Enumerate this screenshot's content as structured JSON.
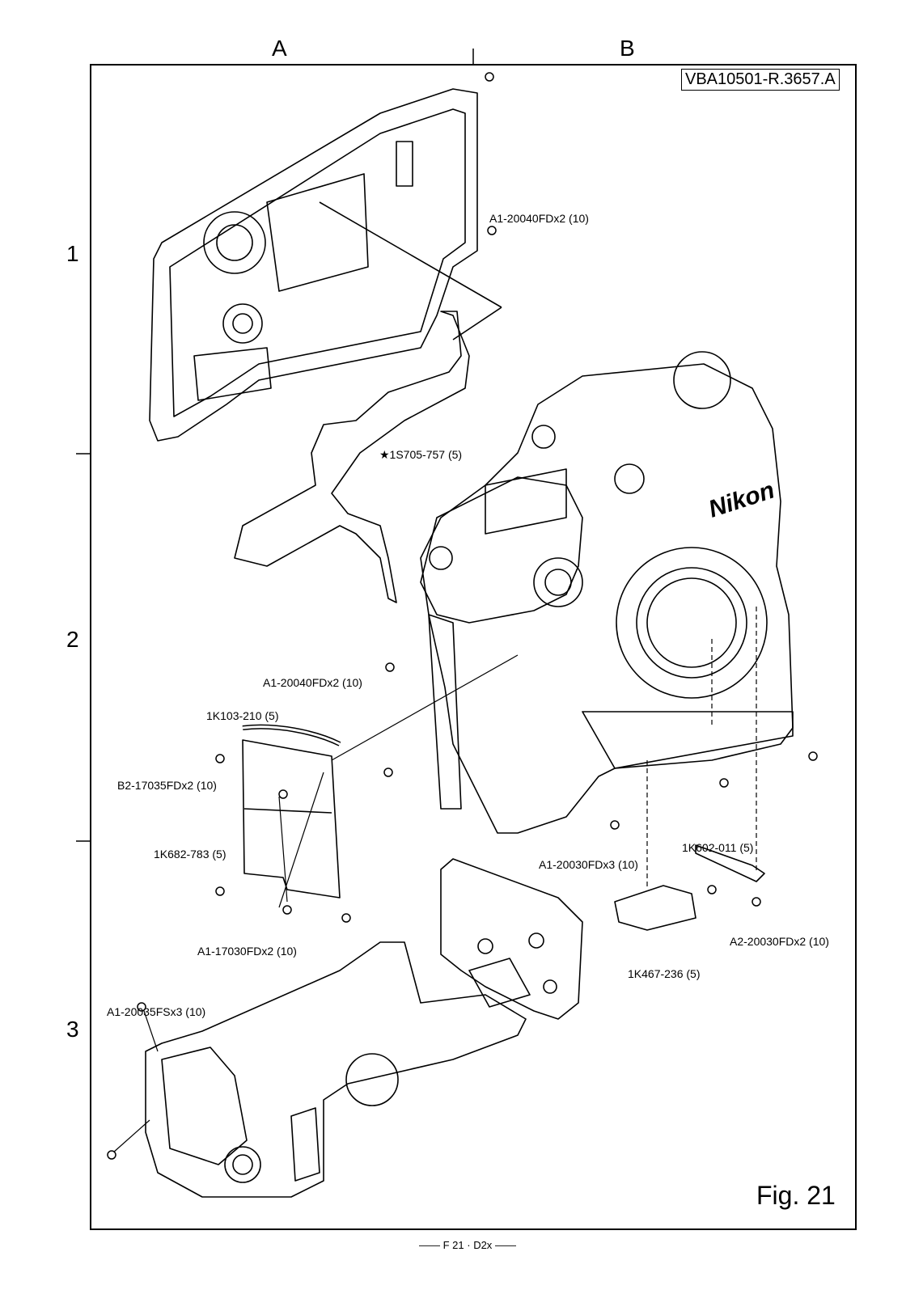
{
  "grid": {
    "columns": [
      "A",
      "B"
    ],
    "rows": [
      "1",
      "2",
      "3"
    ]
  },
  "doc_id": "VBA10501-R.3657.A",
  "figure_label": "Fig. 21",
  "footer": "F 21 · D2x",
  "brand": "Nikon",
  "parts": {
    "screw_top_right": "A1-20040FDx2 (10)",
    "flex_cable": "★1S705-757 (5)",
    "screw_left_body": "A1-20040FDx2 (10)",
    "strip": "1K103-210 (5)",
    "screw_b2": "B2-17035FDx2 (10)",
    "cover_plate": "1K682-783 (5)",
    "screw_a1_17030": "A1-17030FDx2 (10)",
    "screw_a1_20030": "A1-20030FDx3 (10)",
    "bracket": "1K602-011 (5)",
    "screw_a2": "A2-20030FDx2 (10)",
    "cover_small": "1K467-236 (5)",
    "screw_a1_20035": "A1-20035FSx3 (10)"
  }
}
